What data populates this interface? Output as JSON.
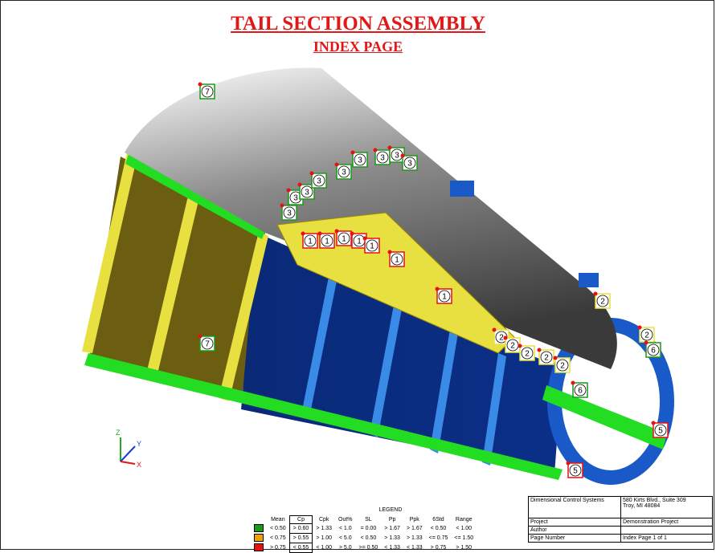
{
  "title": "TAIL SECTION ASSEMBLY",
  "subtitle": "INDEX PAGE",
  "colors": {
    "green": "#1a9a1a",
    "orange": "#f0a000",
    "red": "#e81010",
    "model_blue": "#0a2a78",
    "model_yellow": "#e8e040",
    "model_olive": "#6b5e10",
    "model_green": "#22dd22"
  },
  "axes": {
    "z": "Z",
    "y": "Y",
    "x": "X"
  },
  "markers": [
    "7",
    "7",
    "3",
    "3",
    "3",
    "3",
    "3",
    "3",
    "3",
    "3",
    "3",
    "1",
    "1",
    "1",
    "1",
    "1",
    "1",
    "1",
    "2",
    "2",
    "2",
    "2",
    "2",
    "2",
    "2",
    "6",
    "6",
    "5",
    "5",
    "5"
  ],
  "legend": {
    "title": "LEGEND",
    "headers": [
      "Mean",
      "Cp",
      "Cpk",
      "Out%",
      "SL",
      "Pp",
      "Ppk",
      "6Std",
      "Range"
    ],
    "rows": [
      {
        "color": "green",
        "cells": [
          "< 0.50",
          "> 0.60",
          "> 1.33",
          "< 1.0",
          "= 0.00",
          "> 1.67",
          "> 1.67",
          "< 0.50",
          "< 1.00"
        ]
      },
      {
        "color": "orange",
        "cells": [
          "< 0.75",
          "> 0.55",
          "> 1.00",
          "< 5.0",
          "< 0.50",
          "> 1.33",
          "> 1.33",
          "<= 0.75",
          "<= 1.50"
        ]
      },
      {
        "color": "red",
        "cells": [
          "> 0.75",
          "< 0.55",
          "< 1.00",
          "> 5.0",
          ">= 0.50",
          "< 1.33",
          "< 1.33",
          "> 0.75",
          "> 1.50"
        ]
      }
    ]
  },
  "titleblock": {
    "company": "Dimensional Control Systems",
    "address1": "580 Kirts Blvd., Suite 309",
    "address2": "Troy, MI 48084",
    "project_label": "Project",
    "project_value": "Demonstration Project",
    "author_label": "Author",
    "author_value": "",
    "page_label": "Page Number",
    "page_value": "Index Page 1 of 1"
  }
}
